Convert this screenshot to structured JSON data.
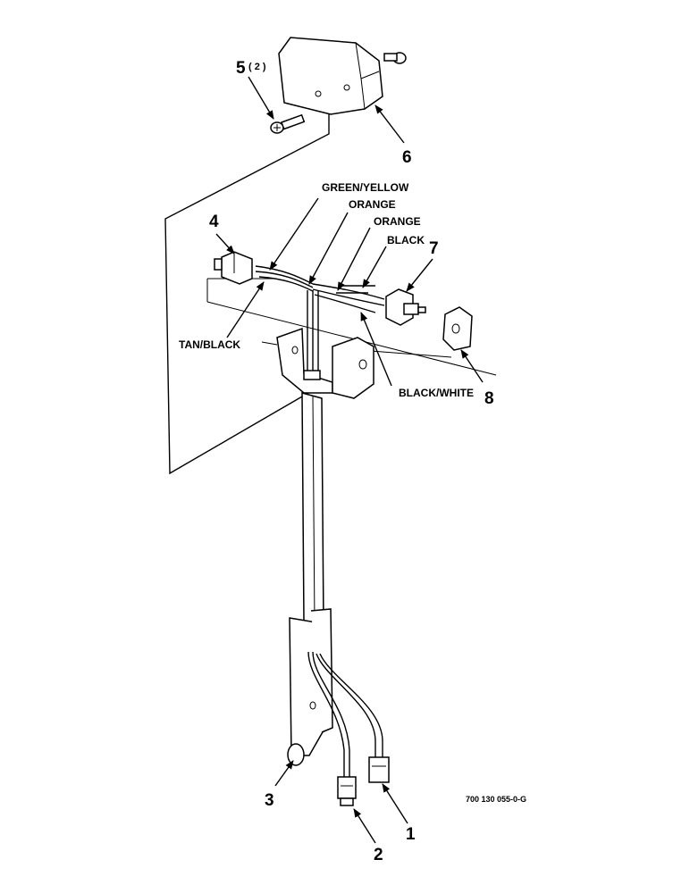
{
  "callouts": {
    "c1": "1",
    "c2": "2",
    "c3": "3",
    "c4": "4",
    "c5": "5",
    "c5_qty": "( 2 )",
    "c6": "6",
    "c7": "7",
    "c8": "8"
  },
  "wires": {
    "green_yellow": "GREEN/YELLOW",
    "orange_1": "ORANGE",
    "orange_2": "ORANGE",
    "black": "BLACK",
    "tan_black": "TAN/BLACK",
    "black_white": "BLACK/WHITE"
  },
  "drawing_code": "700 130 055-0-G"
}
